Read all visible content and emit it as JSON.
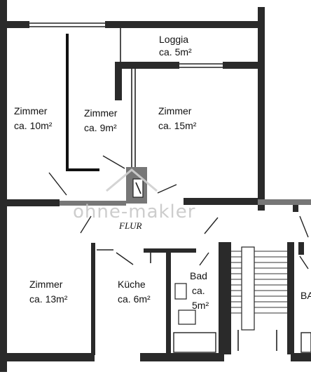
{
  "rooms": [
    {
      "name": "Zimmer",
      "area": "ca. 10m²"
    },
    {
      "name": "Zimmer",
      "area": "ca. 9m²"
    },
    {
      "name": "Zimmer",
      "area": "ca. 15m²"
    },
    {
      "name": "Loggia",
      "area": "ca. 5m²"
    },
    {
      "name": "Zimmer",
      "area": "ca. 13m²"
    },
    {
      "name": "Küche",
      "area": "ca. 6m²"
    },
    {
      "name": "Bad",
      "area_line1": "ca.",
      "area_line2": "5m²"
    }
  ],
  "corridor_label": "FLUR",
  "cut_label": "BA",
  "watermark": "ohne-makler"
}
